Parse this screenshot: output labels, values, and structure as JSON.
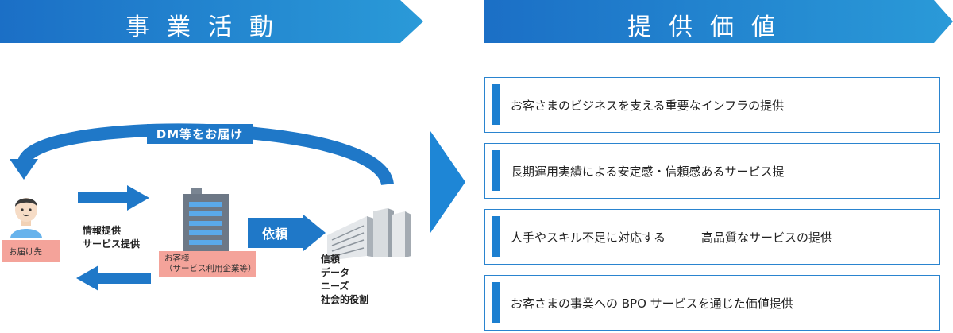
{
  "banners": {
    "left_title": "事業活動",
    "right_title": "提供価値"
  },
  "diagram": {
    "loop_label": "DM等をお届け",
    "recipient_label": "お届け先",
    "flow_label": "情報提供\nサービス提供",
    "customer_label": "お客様\n（サービス利用企業等）",
    "request_label": "依頼",
    "company_values": [
      "信頼",
      "データ",
      "ニーズ",
      "社会的役割"
    ]
  },
  "values": [
    "お客さまのビジネスを支える重要なインフラの提供",
    "長期運用実績による安定感・信頼感あるサービス提",
    "人手やスキル不足に対応する　　　高品質なサービスの提供",
    "お客さまの事業への BPO サービスを通じた価値提供"
  ],
  "colors": {
    "banner_gradient_start": "#1b6fc6",
    "banner_gradient_end": "#2a9ad8",
    "accent_blue": "#1f78c8",
    "pink_box": "#f4a39a",
    "card_border": "#2a84cf"
  }
}
